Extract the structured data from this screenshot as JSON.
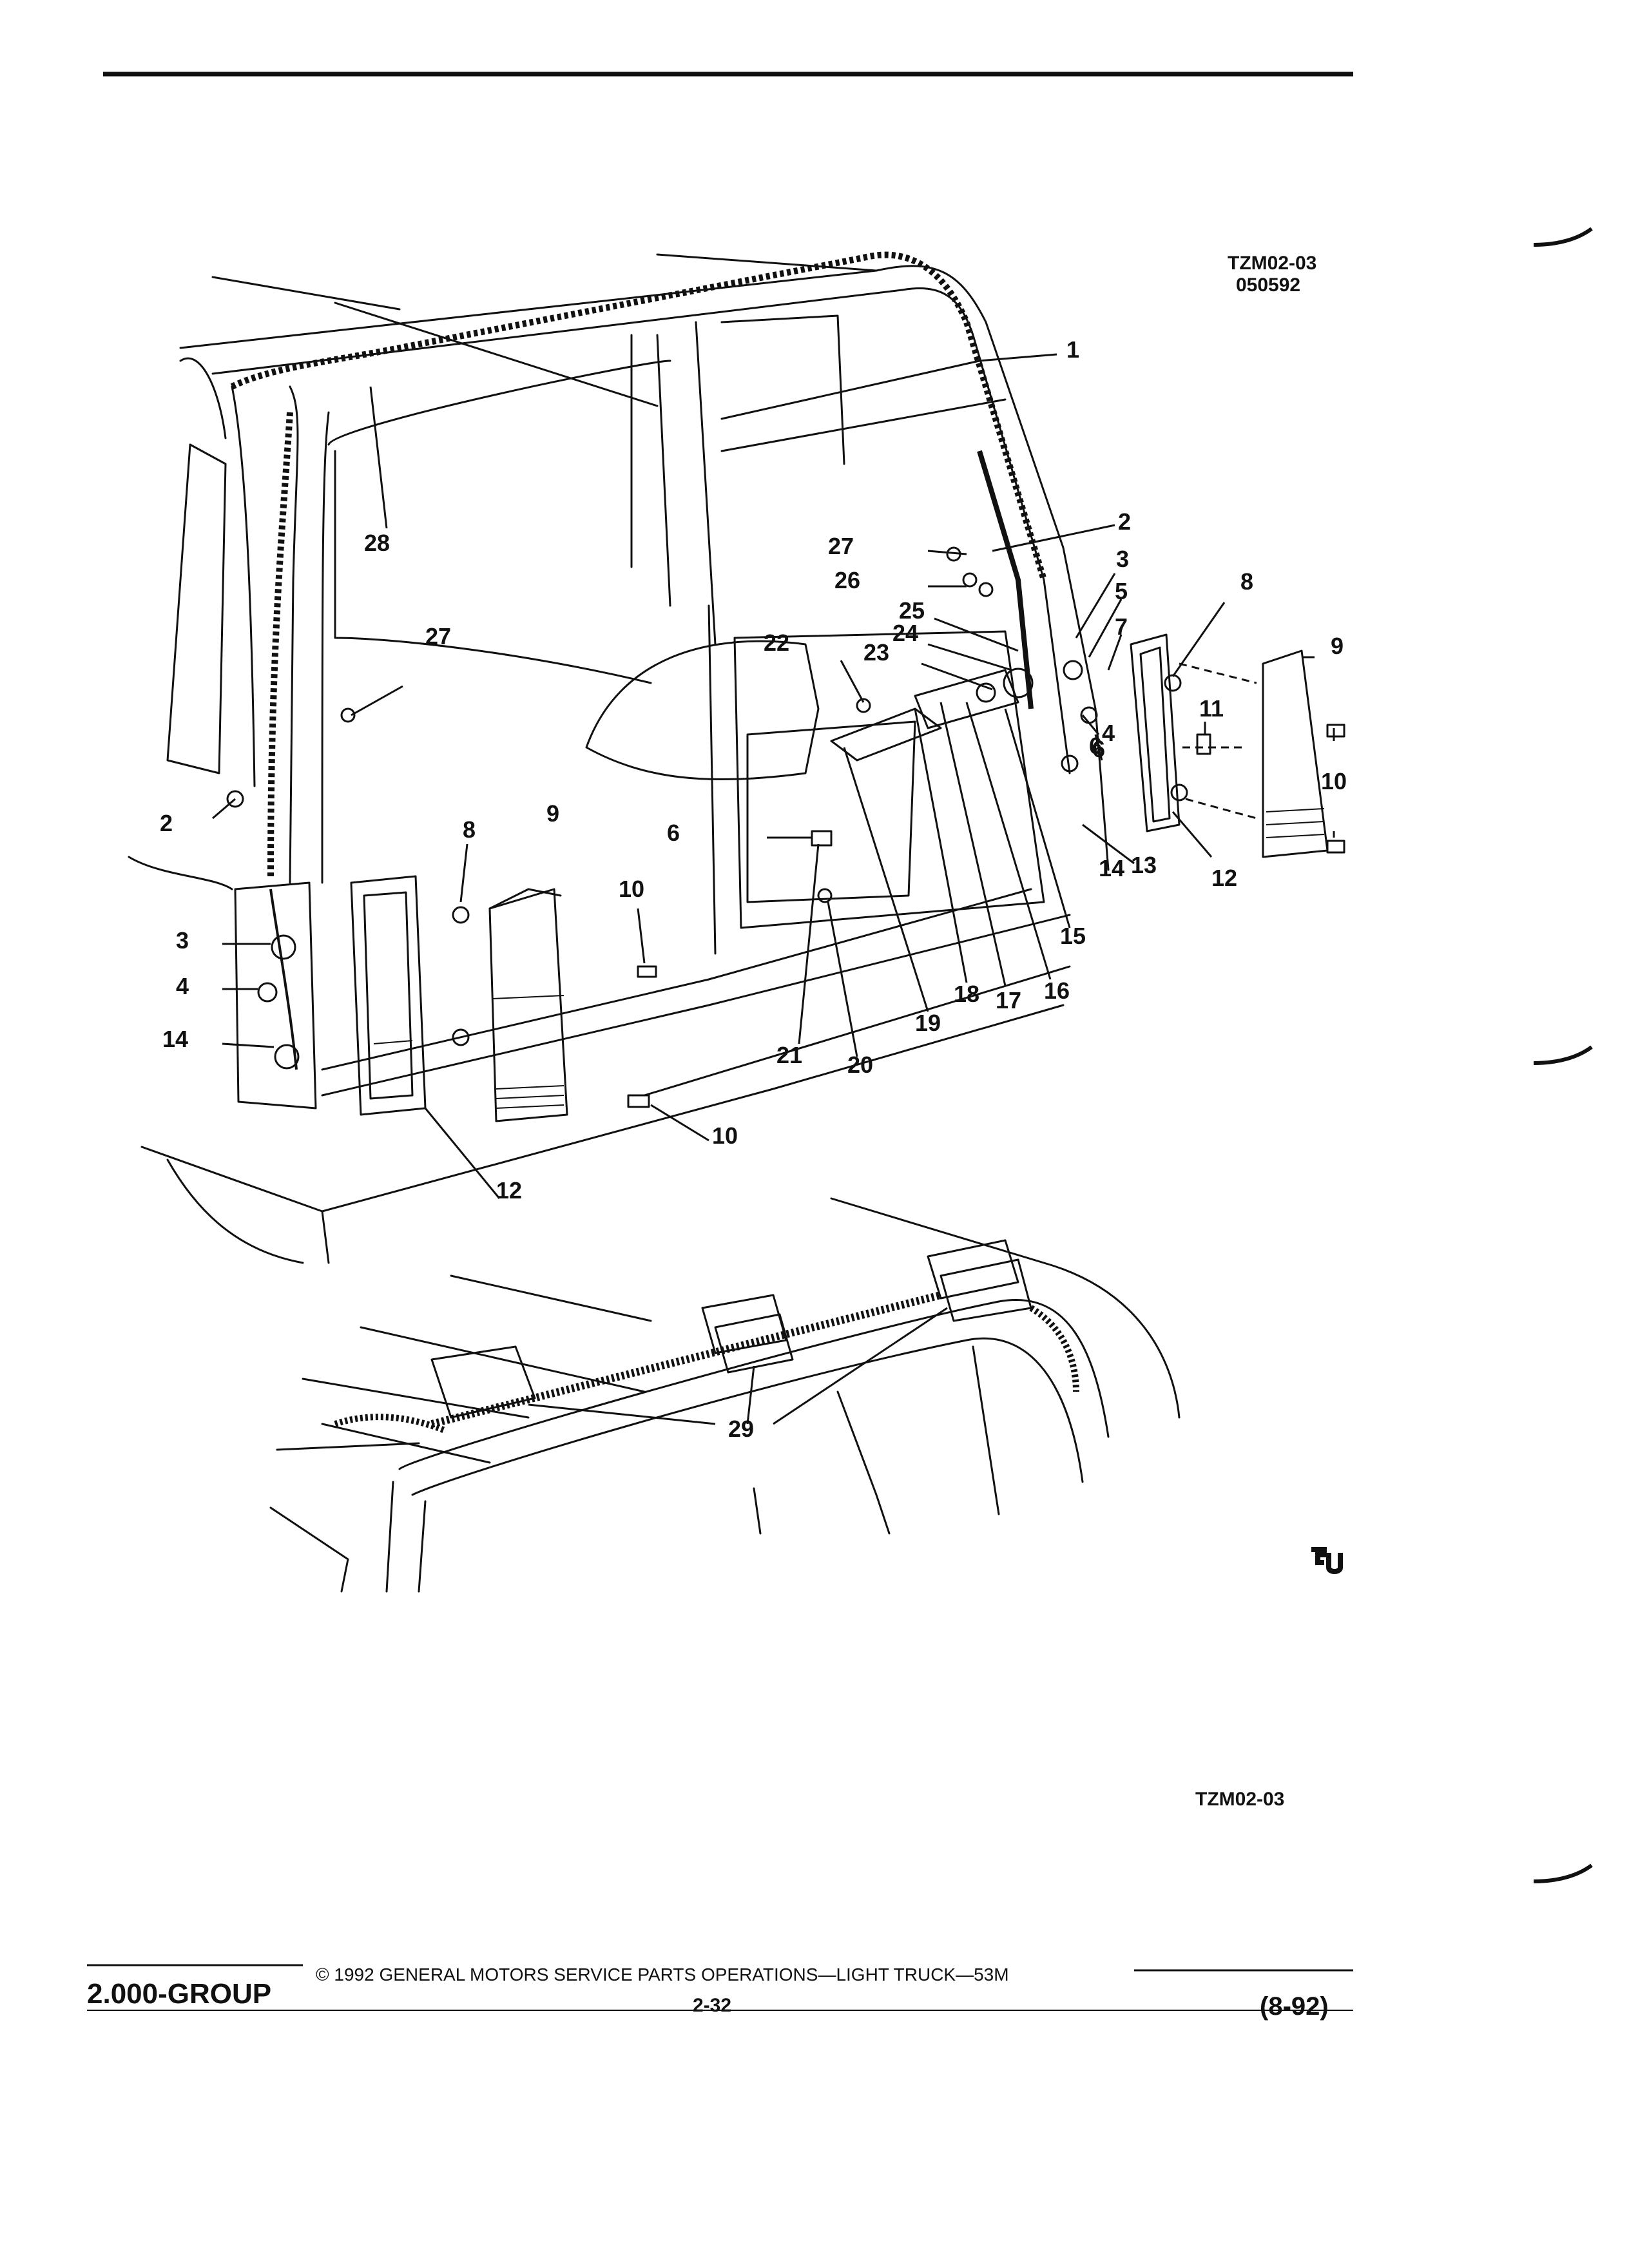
{
  "figure": {
    "code_top": "TZM02-03",
    "date_code": "050592",
    "code_bottom": "TZM02-03",
    "publisher_mark": "GM"
  },
  "callouts": [
    "1",
    "2",
    "3",
    "4",
    "5",
    "6",
    "7",
    "8",
    "9",
    "10",
    "11",
    "12",
    "13",
    "14",
    "15",
    "16",
    "17",
    "18",
    "19",
    "20",
    "21",
    "22",
    "23",
    "24",
    "25",
    "26",
    "27",
    "28",
    "29"
  ],
  "footer": {
    "group": "2.000-GROUP",
    "copyright": "© 1992 GENERAL MOTORS SERVICE PARTS OPERATIONS—LIGHT TRUCK—53M",
    "page": "2-32",
    "date": "(8-92)"
  }
}
